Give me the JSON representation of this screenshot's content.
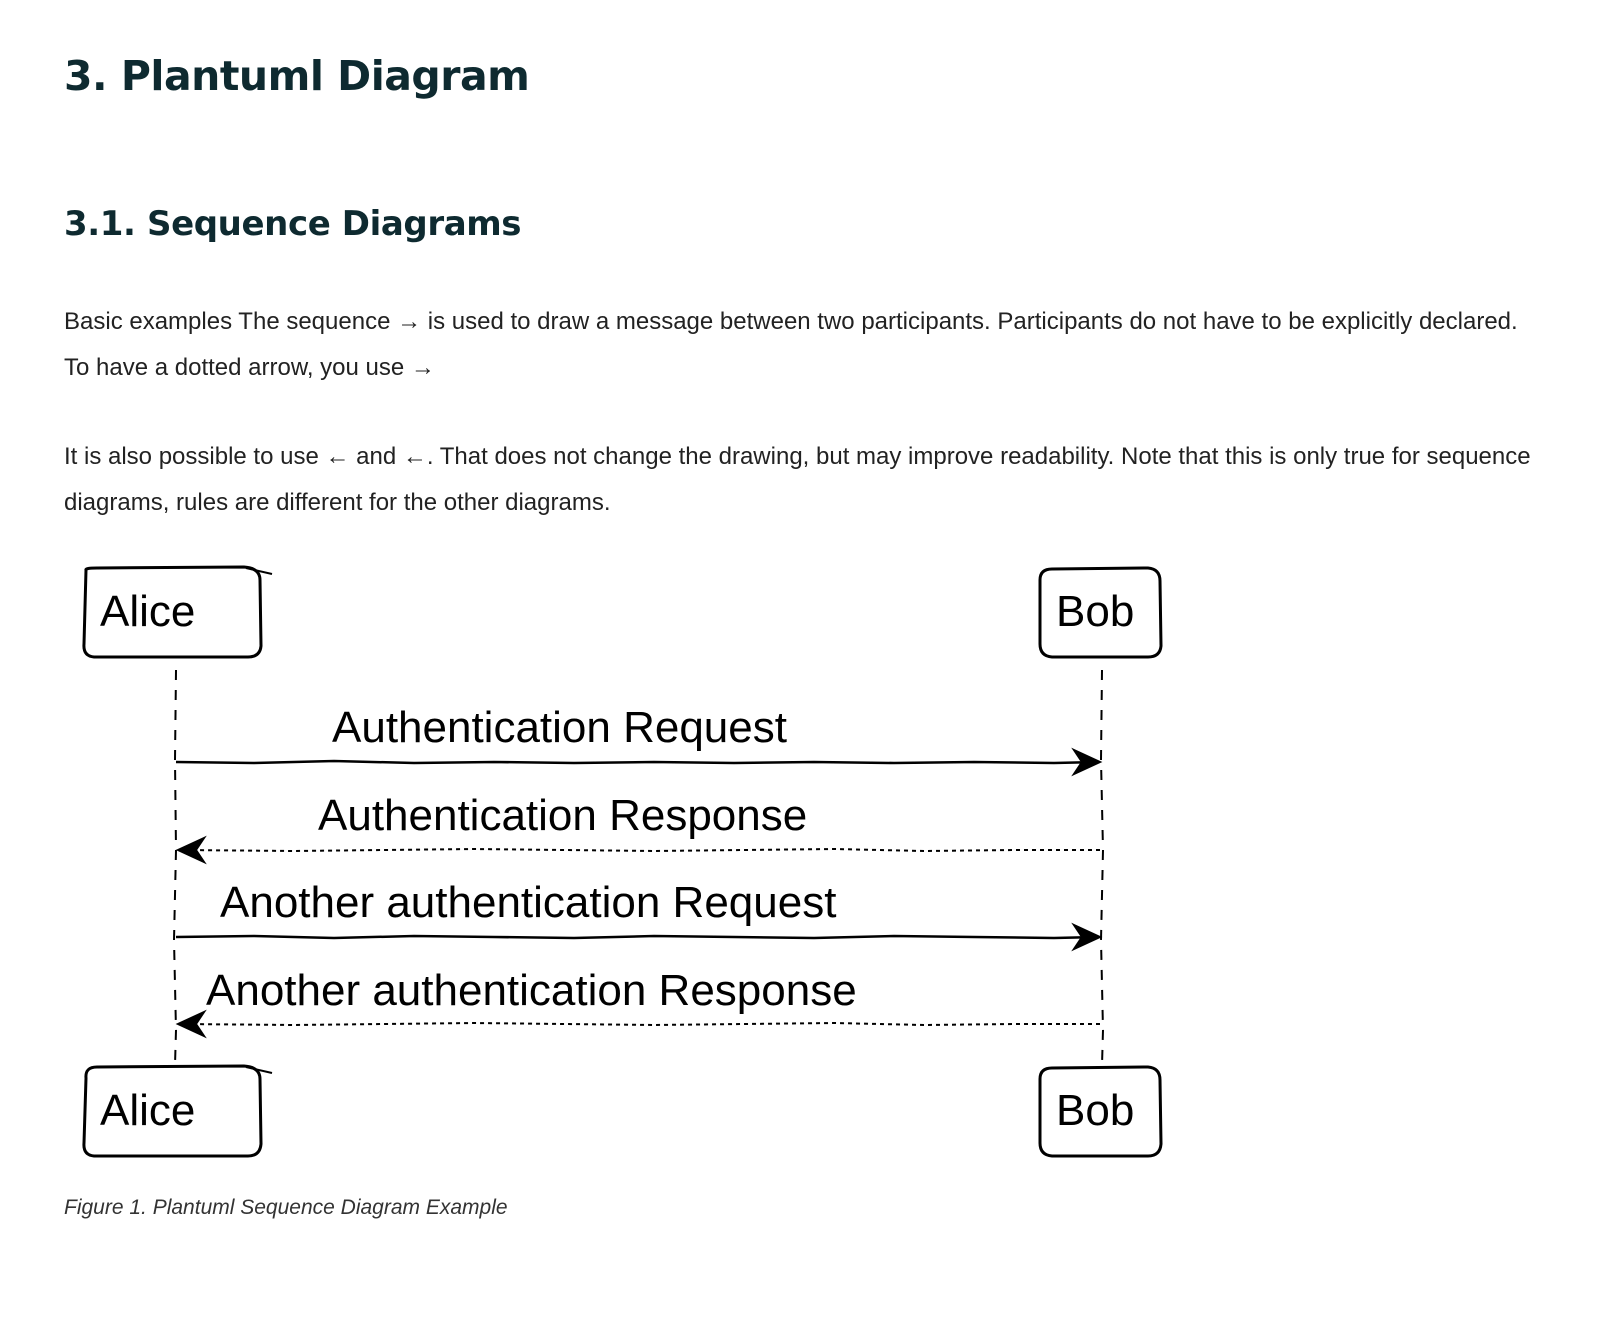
{
  "heading": {
    "title": "3. Plantuml Diagram",
    "subtitle": "3.1. Sequence Diagrams"
  },
  "paragraphs": {
    "intro": "Basic examples The sequence → is used to draw a message between two participants. Participants do not have to be explicitly declared. To have a dotted arrow, you use →",
    "note": "It is also possible to use ← and ←. That does not change the drawing, but may improve readability. Note that this is only true for sequence diagrams, rules are different for the other diagrams."
  },
  "diagram": {
    "participants": [
      "Alice",
      "Bob"
    ],
    "messages": [
      {
        "label": "Authentication Request",
        "from": "Alice",
        "to": "Bob",
        "style": "solid"
      },
      {
        "label": "Authentication Response",
        "from": "Bob",
        "to": "Alice",
        "style": "dotted"
      },
      {
        "label": "Another authentication Request",
        "from": "Alice",
        "to": "Bob",
        "style": "solid"
      },
      {
        "label": "Another authentication Response",
        "from": "Bob",
        "to": "Alice",
        "style": "dotted"
      }
    ]
  },
  "figure": {
    "caption": "Figure 1. Plantuml Sequence Diagram Example"
  }
}
